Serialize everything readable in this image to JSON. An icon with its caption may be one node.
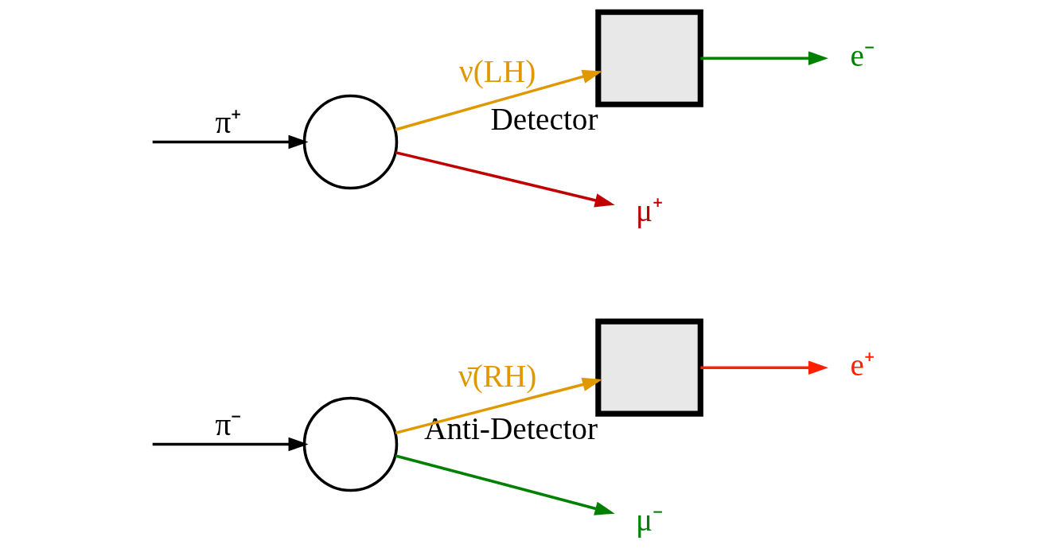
{
  "diagram": {
    "nodes": [
      {
        "text": [],
        "shape": "circle"
      },
      {
        "text": [
          "μ⁺"
        ]
      },
      {
        "text": [],
        "shape": "box",
        "beside": [
          "Detector"
        ]
      },
      {
        "text": [
          "e⁻"
        ]
      },
      {
        "text": [],
        "shape": "circle"
      },
      {
        "text": [
          "μ⁻"
        ]
      },
      {
        "text": [],
        "shape": "box",
        "beside": [
          "Anti-Detector"
        ]
      },
      {
        "text": [
          "e⁺"
        ]
      }
    ],
    "edges": [
      {
        "from": null,
        "to": 0,
        "arrow": "to",
        "label": "π⁺"
      },
      {
        "from": 0,
        "to": 1,
        "arrow": "to",
        "color": "#c00000"
      },
      {
        "from": 0,
        "to": 2,
        "arrow": "to",
        "label": "ν(LH)",
        "color": "#e09800"
      },
      {
        "from": 2,
        "to": 3,
        "arrow": "to",
        "color": "#008000"
      },
      {
        "from": null,
        "to": 4,
        "arrow": "to",
        "label": "π⁻"
      },
      {
        "from": 4,
        "to": 5,
        "arrow": "to",
        "color": "#008000"
      },
      {
        "from": 4,
        "to": 6,
        "arrow": "to",
        "label": "ν̄(RH)",
        "color": "#e09800"
      },
      {
        "from": 6,
        "to": 7,
        "arrow": "to",
        "color": "#ff2000"
      }
    ]
  }
}
